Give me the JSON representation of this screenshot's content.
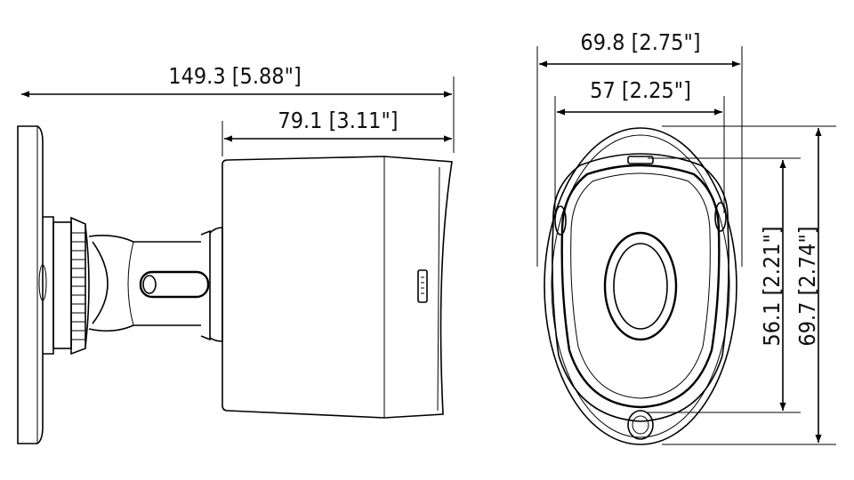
{
  "dimensions": {
    "overall_length": "149.3 [5.88\"]",
    "body_length": "79.1 [3.11\"]",
    "front_outer_width": "69.8 [2.75\"]",
    "front_inner_width": "57 [2.25\"]",
    "front_inner_height": "56.1 [2.21\"]",
    "front_outer_height": "69.7 [2.74\"]"
  },
  "colors": {
    "line": "#000000",
    "background": "#ffffff"
  }
}
